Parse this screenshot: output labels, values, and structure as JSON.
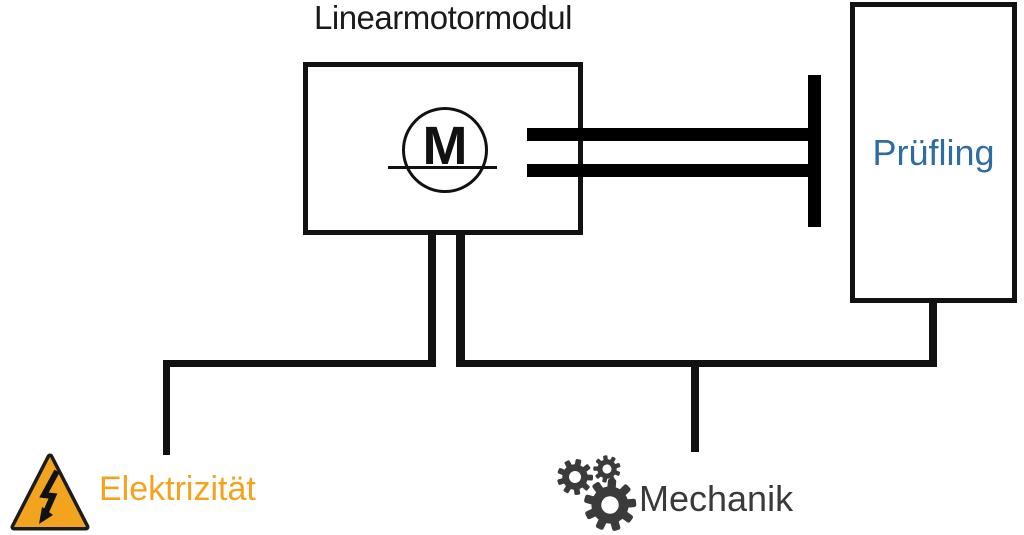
{
  "diagram": {
    "title": "Linearmotormodul",
    "motor": {
      "symbol": "M"
    },
    "specimen": {
      "label": "Prüfling"
    },
    "branches": {
      "electricity": {
        "label": "Elektrizität",
        "icon": "high-voltage-warning-icon"
      },
      "mechanics": {
        "label": "Mechanik",
        "icon": "gears-icon"
      }
    },
    "colors": {
      "line": "#111111",
      "specimen_text": "#2e6da4",
      "electricity_text": "#f5a31d",
      "warning_fill": "#f2a41f",
      "mechanics_text": "#3a3a3a",
      "gear_fill": "#3b3b3b"
    }
  }
}
